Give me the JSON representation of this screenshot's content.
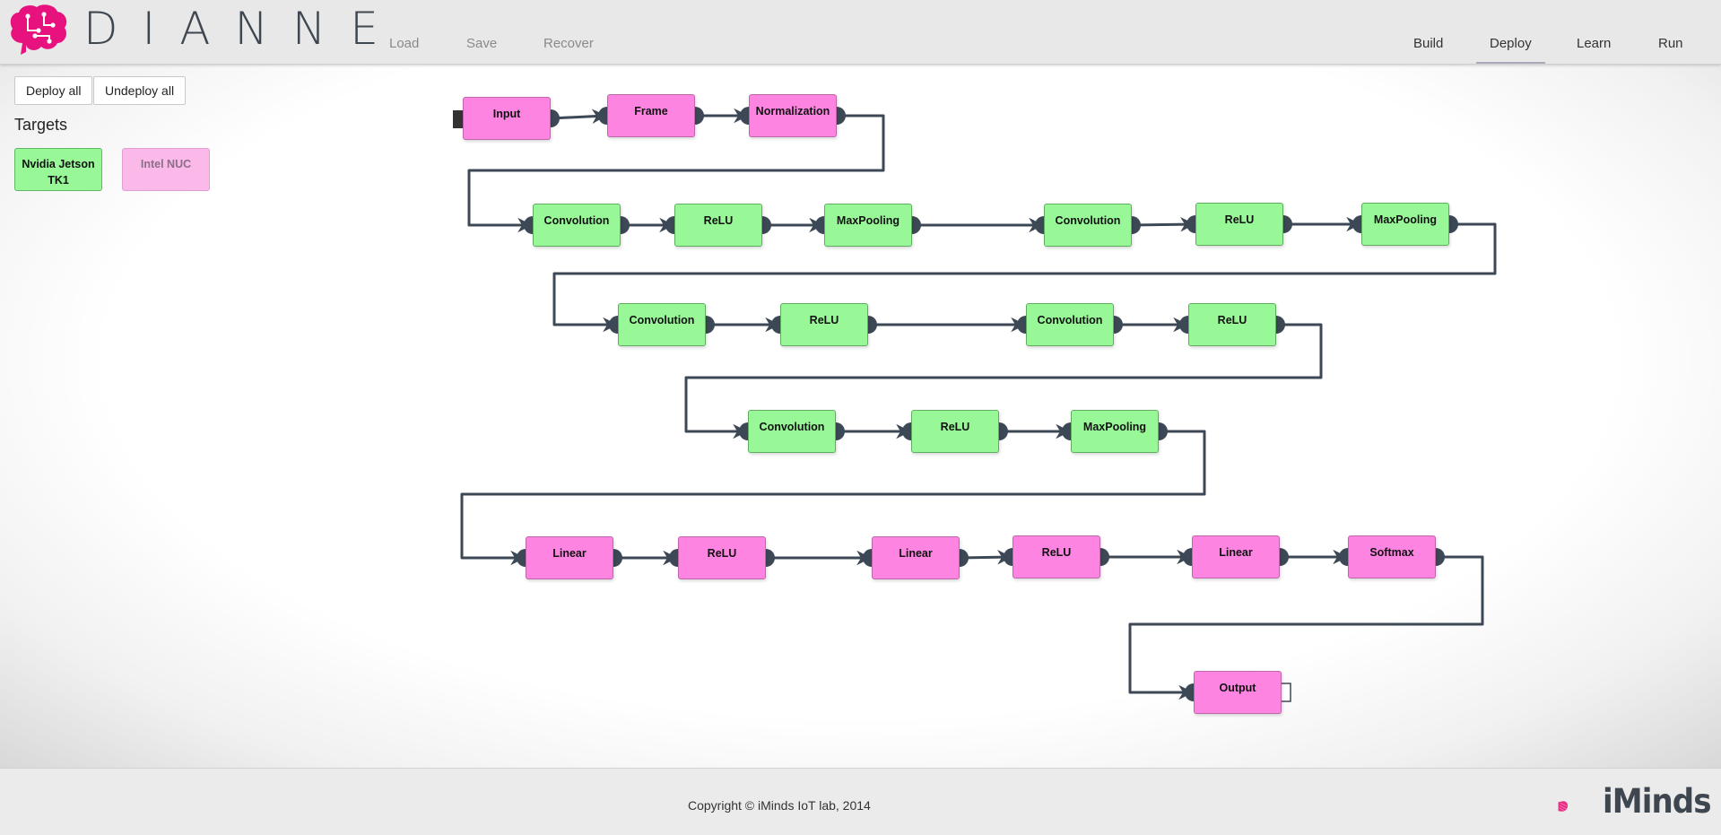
{
  "app": {
    "name": "DIANNE"
  },
  "header_menu": {
    "left": [
      {
        "id": "load",
        "label": "Load"
      },
      {
        "id": "save",
        "label": "Save"
      },
      {
        "id": "recover",
        "label": "Recover"
      }
    ],
    "right": [
      {
        "id": "build",
        "label": "Build"
      },
      {
        "id": "deploy",
        "label": "Deploy",
        "active": true
      },
      {
        "id": "learn",
        "label": "Learn"
      },
      {
        "id": "run",
        "label": "Run"
      }
    ]
  },
  "deploy_panel": {
    "deploy_all_label": "Deploy all",
    "undeploy_all_label": "Undeploy all",
    "targets_title": "Targets",
    "targets": [
      {
        "name": "Nvidia Jetson TK1",
        "color": "#98f898",
        "selected": true
      },
      {
        "name": "Intel NUC",
        "color": "#fbb9ea",
        "selected": false
      }
    ]
  },
  "colors": {
    "node_pink": "#fe84e2",
    "node_green": "#98f898",
    "connector": "#3d4856",
    "brand_pink": "#e8127f"
  },
  "network": {
    "nodes": [
      {
        "id": "n1",
        "label": "Input",
        "target": "Intel NUC"
      },
      {
        "id": "n2",
        "label": "Frame",
        "target": "Intel NUC"
      },
      {
        "id": "n3",
        "label": "Normalization",
        "target": "Intel NUC"
      },
      {
        "id": "n4",
        "label": "Convolution",
        "target": "Nvidia Jetson TK1"
      },
      {
        "id": "n5",
        "label": "ReLU",
        "target": "Nvidia Jetson TK1"
      },
      {
        "id": "n6",
        "label": "MaxPooling",
        "target": "Nvidia Jetson TK1"
      },
      {
        "id": "n7",
        "label": "Convolution",
        "target": "Nvidia Jetson TK1"
      },
      {
        "id": "n8",
        "label": "ReLU",
        "target": "Nvidia Jetson TK1"
      },
      {
        "id": "n9",
        "label": "MaxPooling",
        "target": "Nvidia Jetson TK1"
      },
      {
        "id": "n10",
        "label": "Convolution",
        "target": "Nvidia Jetson TK1"
      },
      {
        "id": "n11",
        "label": "ReLU",
        "target": "Nvidia Jetson TK1"
      },
      {
        "id": "n12",
        "label": "Convolution",
        "target": "Nvidia Jetson TK1"
      },
      {
        "id": "n13",
        "label": "ReLU",
        "target": "Nvidia Jetson TK1"
      },
      {
        "id": "n14",
        "label": "Convolution",
        "target": "Nvidia Jetson TK1"
      },
      {
        "id": "n15",
        "label": "ReLU",
        "target": "Nvidia Jetson TK1"
      },
      {
        "id": "n16",
        "label": "MaxPooling",
        "target": "Nvidia Jetson TK1"
      },
      {
        "id": "n17",
        "label": "Linear",
        "target": "Intel NUC"
      },
      {
        "id": "n18",
        "label": "ReLU",
        "target": "Intel NUC"
      },
      {
        "id": "n19",
        "label": "Linear",
        "target": "Intel NUC"
      },
      {
        "id": "n20",
        "label": "ReLU",
        "target": "Intel NUC"
      },
      {
        "id": "n21",
        "label": "Linear",
        "target": "Intel NUC"
      },
      {
        "id": "n22",
        "label": "Softmax",
        "target": "Intel NUC"
      },
      {
        "id": "n23",
        "label": "Output",
        "target": "Intel NUC"
      }
    ]
  },
  "footer": {
    "copyright": "Copyright © iMinds IoT lab, 2014",
    "sponsor": "iMinds"
  }
}
